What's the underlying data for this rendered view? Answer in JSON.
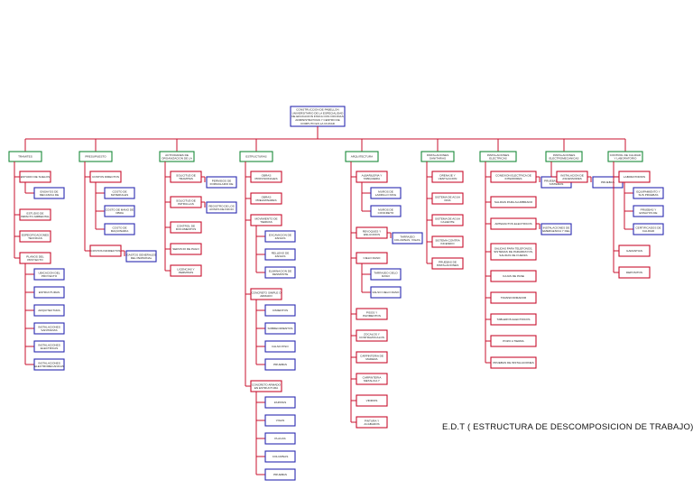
{
  "caption": "E.D.T ( ESTRUCTURA DE DESCOMPOSICION DE TRABAJO)",
  "colors": {
    "line": "#c8102e",
    "root": "#2b2bb0",
    "level1": "#1a8a3a",
    "level2": "#c8102e",
    "level3": "#2b2bb0"
  },
  "root": "CONSTRUCCION DE PABELLON UNIVERSITARIO DE LA ESPECIALIDAD DE EDUCACION FISICA CON OFICINAS ADMINISTRATIVAS Y CENTRO DE COMPUTO EN LA CIUDAD",
  "branches": [
    {
      "label": "TRAMITES",
      "items": [
        {
          "label": "ESTUDIO DE SUELOS",
          "children": [
            "ENSAYOS DE MECANICA DE SUELOS"
          ]
        },
        {
          "label": "ESTUDIO DE IMPACTO AMBIENTAL",
          "children": []
        },
        {
          "label": "ESPECIFICACIONES TECNICAS",
          "children": []
        },
        {
          "label": "PLANOS DEL PROYECTO",
          "children": [
            "UBICACION DEL PROYECTO",
            "ESTRUCTURAS",
            "ARQUITECTURA",
            "INSTALACIONES SANITARIAS",
            "INSTALACIONES ELECTRICAS",
            "INSTALACIONES ELECTROMECANICAS"
          ]
        }
      ]
    },
    {
      "label": "PRESUPUESTO",
      "items": [
        {
          "label": "COSTOS DIRECTOS",
          "children": [
            "COSTO DE MATERIALES CONTROL DE MATERIALES",
            "COSTO DE MANO DE OBRA",
            "COSTO DE MAQUINARIA"
          ]
        },
        {
          "label": "COSTOS INDIRECTOS",
          "children": [
            "GASTOS GENERALES DEL PERSONAL"
          ]
        }
      ]
    },
    {
      "label": "ACTIVIDADES DE ORGANIZACION DE LA OBRA",
      "items": [
        {
          "label": "SOLICITUD DE TRAMITES",
          "children": [
            "PERMISOS DE FORMULARIO DE EDIFICACION"
          ]
        },
        {
          "label": "SOLICITUD DE PATRULLAS",
          "children": [
            "REGISTRO DE LOS AVISOS DE INICIO DE OBRA"
          ]
        },
        {
          "label": "CONTROL DE DOCUMENTOS ADMINISTRATIVOS",
          "children": []
        },
        {
          "label": "SERVICIO DE PAGO",
          "children": []
        },
        {
          "label": "LICENCIAS Y PERMISOS",
          "children": []
        }
      ]
    },
    {
      "label": "ESTRUCTURAS",
      "items": [
        {
          "label": "OBRAS PROVISIONALES",
          "children": []
        },
        {
          "label": "OBRAS PRELIMINARES",
          "children": []
        },
        {
          "label": "MOVIMIENTO DE TIERRAS",
          "children": [
            "EXCAVACION DE ZANJAS",
            "RELLENO DE ZANJAS",
            "ELIMINACION DE DESMONTE"
          ]
        },
        {
          "label": "CONCRETO SIMPLE O ARMADO",
          "children": [
            "CIMIENTOS",
            "SOBRECIMIENTOS",
            "FALSO PISO",
            "PRUEBAS"
          ]
        },
        {
          "label": "CONCRETO ARMADO EN ESTRUCTURA",
          "children": [
            "ZAPATAS",
            "VIGAS",
            "PLACAS",
            "COLUMNAS",
            "PRUEBAS"
          ]
        }
      ]
    },
    {
      "label": "ARQUITECTURA",
      "items": [
        {
          "label": "ALBAÑILERIA Y TABIQUERIA",
          "children": [
            "MUROS DE LADRILLO KING KONG",
            "MUROS DE CONCRETO"
          ]
        },
        {
          "label": "REVOQUES Y ENLUCIDOS",
          "children": [
            "TARRAJEO COLUMNAS, VIGAS, MUROS Y PLACAS"
          ]
        },
        {
          "label": "CIELO RASO",
          "children": [
            "TARRAJEO CIELO RASO",
            "FALSO CIELO RASO"
          ]
        },
        {
          "label": "PISOS Y PAVIMENTOS",
          "children": []
        },
        {
          "label": "ZOCALOS Y CONTRAZOCALOS",
          "children": []
        },
        {
          "label": "CARPINTERIA DE MADERA",
          "children": []
        },
        {
          "label": "CARPINTERIA METALICA Y CERRAJERIA",
          "children": []
        },
        {
          "label": "VIDRIOS",
          "children": []
        },
        {
          "label": "PINTURA Y ACABADOS",
          "children": []
        }
      ]
    },
    {
      "label": "INSTALACIONES SANITARIAS",
      "items": [
        {
          "label": "DRENAJE Y VENTILACION",
          "children": []
        },
        {
          "label": "SISTEMA DE AGUA FRIA",
          "children": []
        },
        {
          "label": "SISTEMA DE AGUA CALIENTE",
          "children": []
        },
        {
          "label": "SISTEMA CONTRA INCENDIO",
          "children": []
        },
        {
          "label": "PRUEBAS DE INSTALACIONES",
          "children": []
        }
      ]
    },
    {
      "label": "INSTALACIONES ELECTRICAS",
      "items": [
        {
          "label": "CONEXION ELECTRICA DE INTERIORES",
          "children": [
            "PRUEBAS DE LOS SISTEMAS ELECTRICOS"
          ]
        },
        {
          "label": "SALIDAS PARA ALUMBRADO",
          "children": []
        },
        {
          "label": "ARTEFACTOS ELECTRICOS",
          "children": [
            "INSTALACIONES DE EMERGENCIA Y DEL SISTEMA ELECTRICO"
          ]
        },
        {
          "label": "SALIDAS PARA TELEFONOS, SISTEMAS DE PARARRAYOS, SALIDAS DE FUERZA",
          "children": []
        },
        {
          "label": "CAJAS DE PASE",
          "children": []
        },
        {
          "label": "TRANSFORMADOR",
          "children": []
        },
        {
          "label": "TABLEROS ELECTRICOS",
          "children": []
        },
        {
          "label": "POZO A TIERRA",
          "children": []
        },
        {
          "label": "PRUEBAS DE INSTALACIONES",
          "children": []
        }
      ]
    },
    {
      "label": "INSTALACIONES ELECTROMECANICAS",
      "items": [
        {
          "label": "INSTALACION DE ASCENSORES",
          "children": [
            "PRUEBAS"
          ]
        }
      ]
    },
    {
      "label": "CONTROL DE CALIDAD Y LABORATORIO",
      "items": [
        {
          "label": "LABORATORIOS",
          "children": [
            "EQUIPAMIENTO Y SUS PRUEBAS",
            "PRUEBAS Y ENSAYOS DE CALIDAD",
            "CERTIFICADOS DE CALIDAD"
          ]
        },
        {
          "label": "GARANTIAS",
          "children": []
        },
        {
          "label": "DEPOSITOS",
          "children": []
        }
      ]
    }
  ]
}
